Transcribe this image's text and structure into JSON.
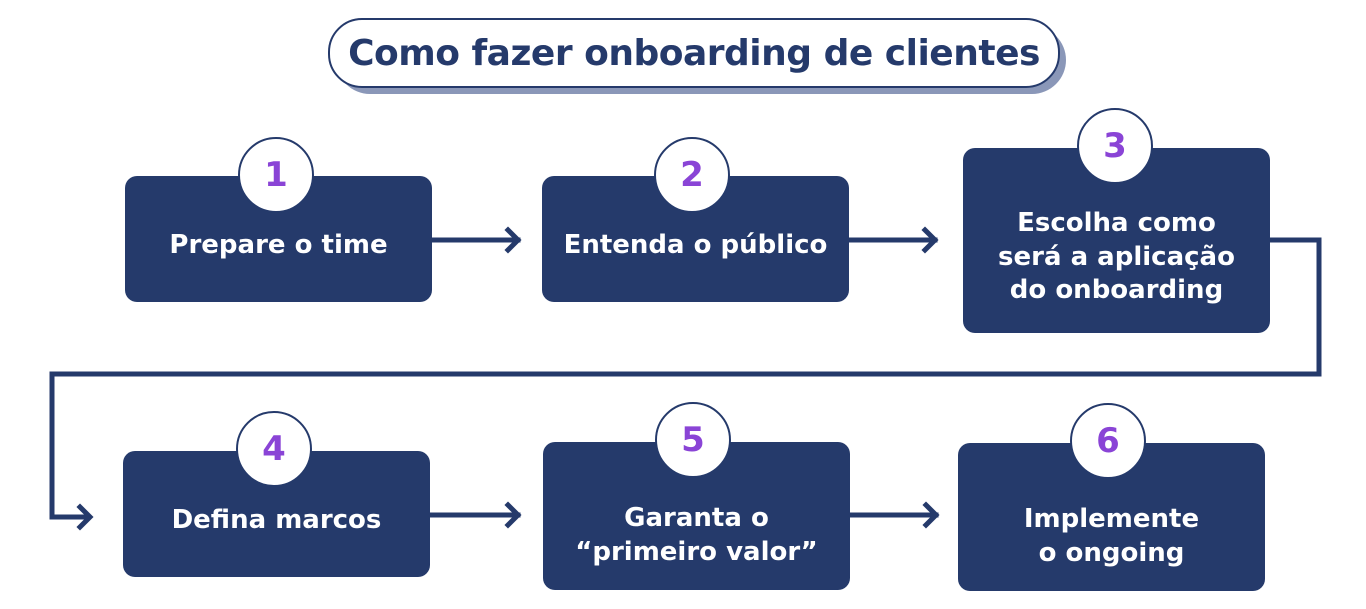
{
  "title": "Como fazer onboarding de clientes",
  "colors": {
    "primary": "#253a6b",
    "accent": "#8a44d6",
    "shadow": "#8a97b8",
    "background": "#ffffff"
  },
  "steps": [
    {
      "number": "1",
      "label": "Prepare o time"
    },
    {
      "number": "2",
      "label": "Entenda o público"
    },
    {
      "number": "3",
      "label": "Escolha como\nserá a aplicação\ndo onboarding"
    },
    {
      "number": "4",
      "label": "Defina marcos"
    },
    {
      "number": "5",
      "label": "Garanta o\n“primeiro valor”"
    },
    {
      "number": "6",
      "label": "Implemente\no ongoing"
    }
  ],
  "flow": [
    {
      "from": "1",
      "to": "2"
    },
    {
      "from": "2",
      "to": "3"
    },
    {
      "from": "3",
      "to": "4"
    },
    {
      "from": "4",
      "to": "5"
    },
    {
      "from": "5",
      "to": "6"
    }
  ]
}
